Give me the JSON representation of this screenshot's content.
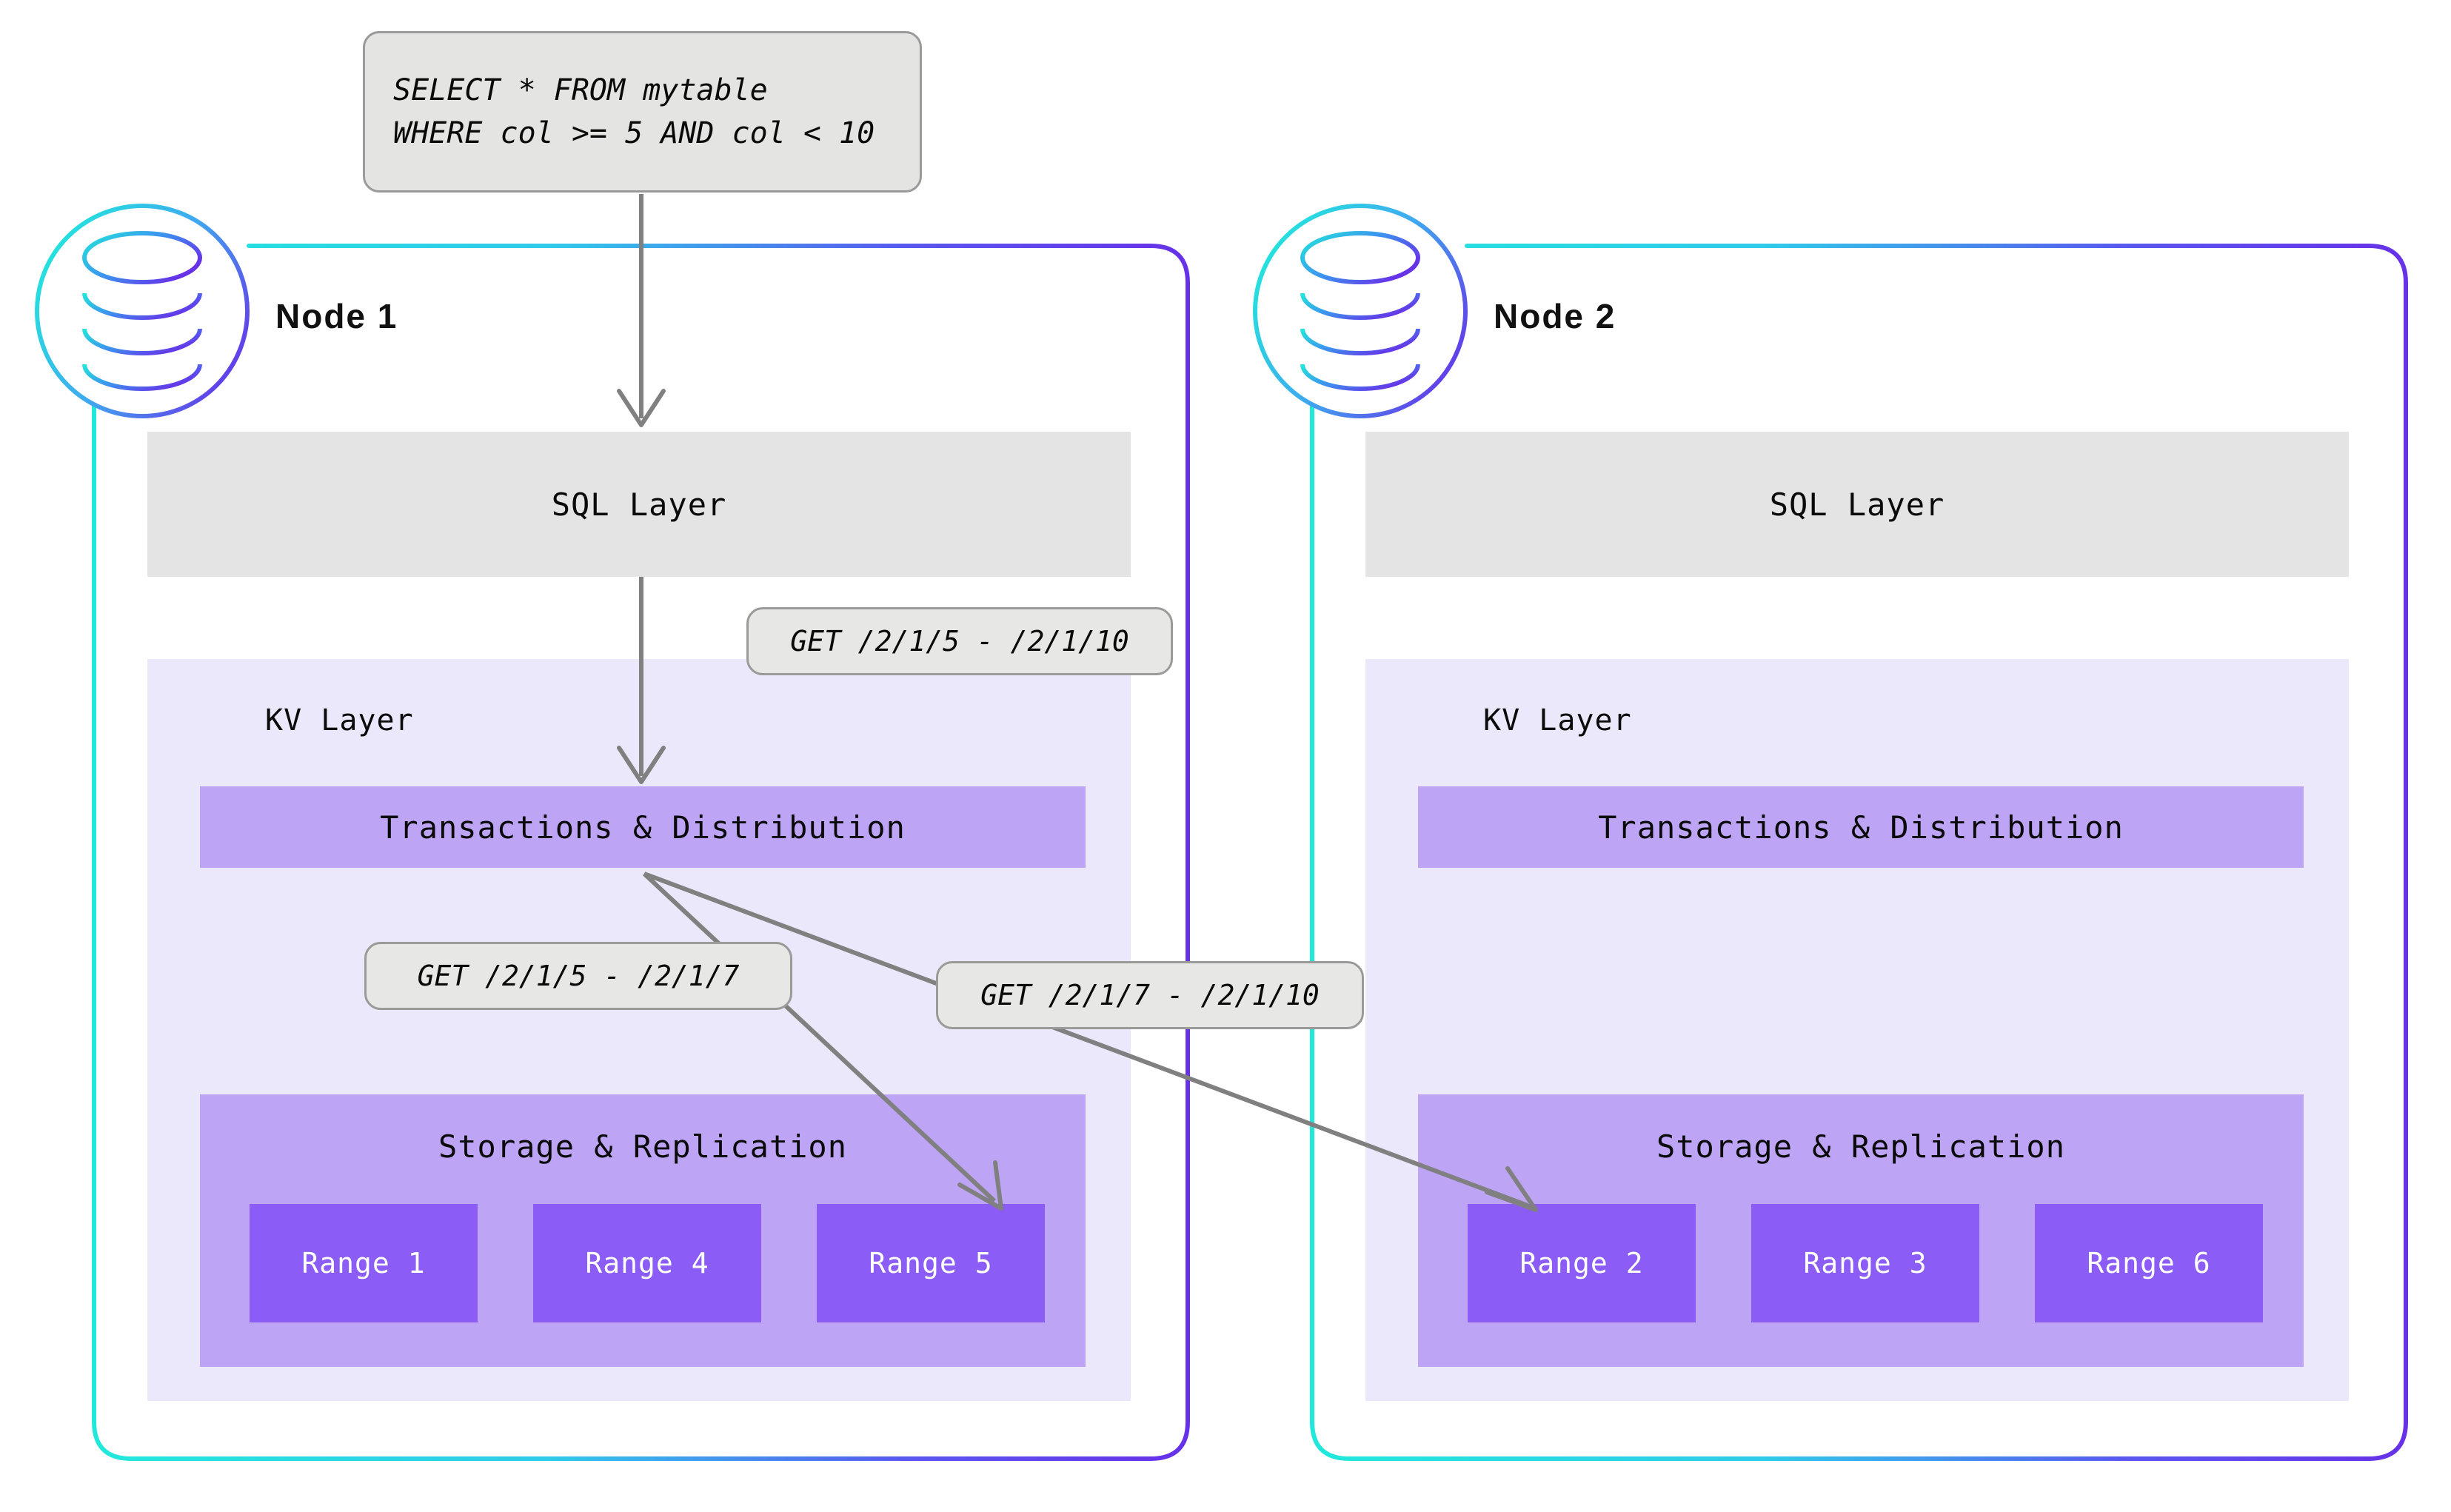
{
  "diagram": {
    "title": "CockroachDB distributed query execution across nodes",
    "colors": {
      "node_border_start": "#22e8dc",
      "node_border_end": "#6731e8",
      "sql_layer_bg": "#e4e4e4",
      "kv_panel_bg": "#ece8fb",
      "txn_box_bg": "#bda4f5",
      "storage_box_bg": "#bda4f5",
      "range_tile_bg": "#8b5cf6",
      "range_text": "#ffffff",
      "pill_bg": "#e7e7e5",
      "pill_border": "#9a9a98",
      "arrow": "#808080",
      "text": "#0a0a0a"
    }
  },
  "query": {
    "line1": "SELECT * FROM mytable",
    "line2": "WHERE col >= 5 AND col < 10"
  },
  "callouts": {
    "sql_to_kv": "GET /2/1/5 - /2/1/10",
    "to_range5": "GET /2/1/5 - /2/1/7",
    "to_range2": "GET /2/1/7 - /2/1/10"
  },
  "labels": {
    "sql_layer": "SQL Layer",
    "kv_layer": "KV Layer",
    "transactions": "Transactions & Distribution",
    "storage": "Storage & Replication"
  },
  "nodes": [
    {
      "title": "Node 1",
      "icon": "database-icon",
      "sql_layer": "SQL Layer",
      "kv_layer": "KV Layer",
      "transactions": "Transactions & Distribution",
      "storage": "Storage & Replication",
      "ranges": [
        "Range 1",
        "Range 4",
        "Range 5"
      ]
    },
    {
      "title": "Node 2",
      "icon": "database-icon",
      "sql_layer": "SQL Layer",
      "kv_layer": "KV Layer",
      "transactions": "Transactions & Distribution",
      "storage": "Storage & Replication",
      "ranges": [
        "Range 2",
        "Range 3",
        "Range 6"
      ]
    }
  ]
}
